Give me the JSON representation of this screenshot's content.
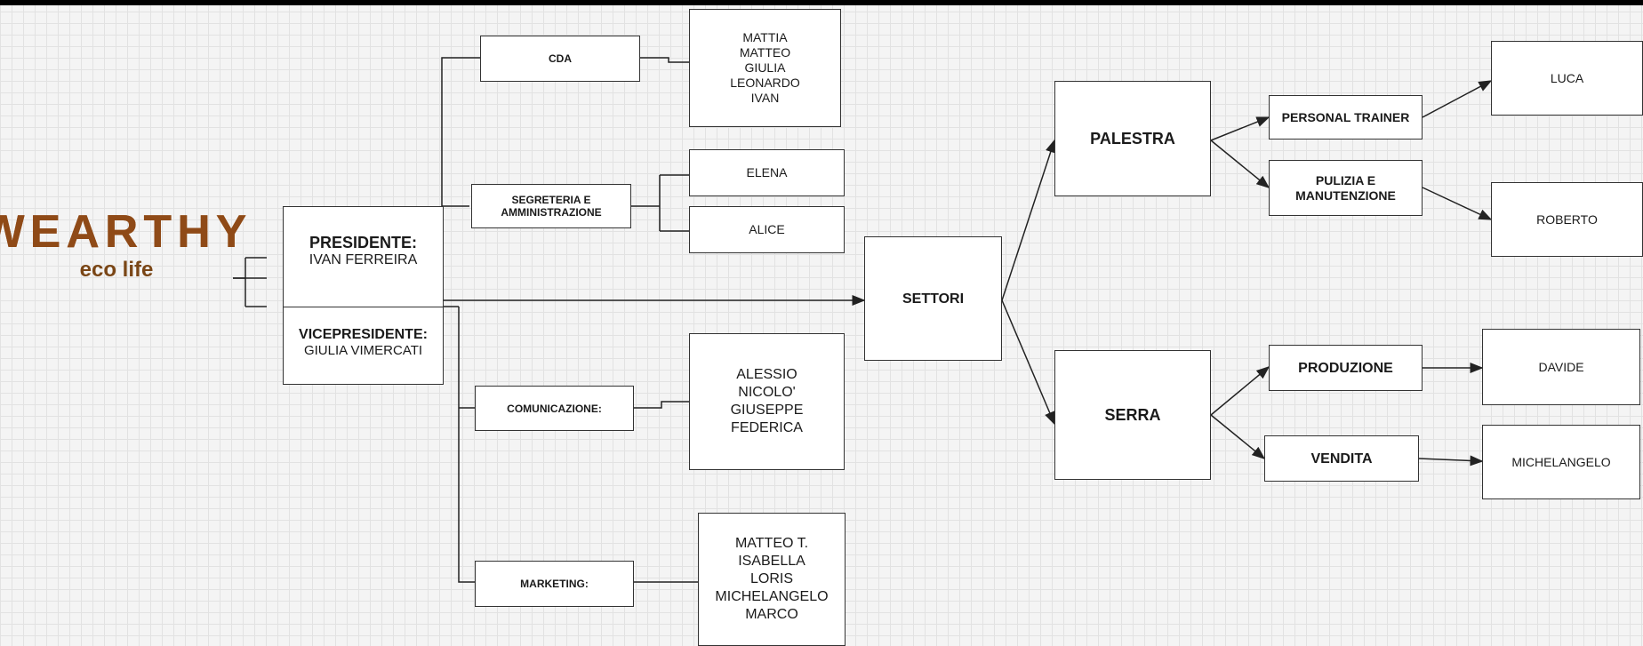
{
  "logo": {
    "word": "WEARTHY",
    "tagline": "eco life"
  },
  "presidente": {
    "title": "PRESIDENTE:",
    "name": "IVAN FERREIRA"
  },
  "vicepresidente": {
    "title": "VICEPRESIDENTE:",
    "name": "GIULIA VIMERCATI"
  },
  "departments": {
    "cda": "CDA",
    "segreteria": [
      "SEGRETERIA E",
      "AMMINISTRAZIONE"
    ],
    "comunicazione": "COMUNICAZIONE:",
    "marketing": "MARKETING:"
  },
  "members": {
    "cda": [
      "MATTIA",
      "MATTEO",
      "GIULIA",
      "LEONARDO",
      "IVAN"
    ],
    "elena": "ELENA",
    "alice": "ALICE",
    "comunicazione": [
      "ALESSIO",
      "NICOLO'",
      "GIUSEPPE",
      "FEDERICA"
    ],
    "marketing": [
      "MATTEO T.",
      "ISABELLA",
      "LORIS",
      "MICHELANGELO",
      "MARCO"
    ]
  },
  "settori": {
    "title": "SETTORI",
    "palestra": {
      "title": "PALESTRA",
      "roles": [
        {
          "label": [
            "PERSONAL TRAINER"
          ],
          "person": "LUCA"
        },
        {
          "label": [
            "PULIZIA E",
            "MANUTENZIONE"
          ],
          "person": "ROBERTO"
        }
      ]
    },
    "serra": {
      "title": "SERRA",
      "roles": [
        {
          "label": [
            "PRODUZIONE"
          ],
          "person": "DAVIDE"
        },
        {
          "label": [
            "VENDITA"
          ],
          "person": "MICHELANGELO"
        }
      ]
    }
  }
}
